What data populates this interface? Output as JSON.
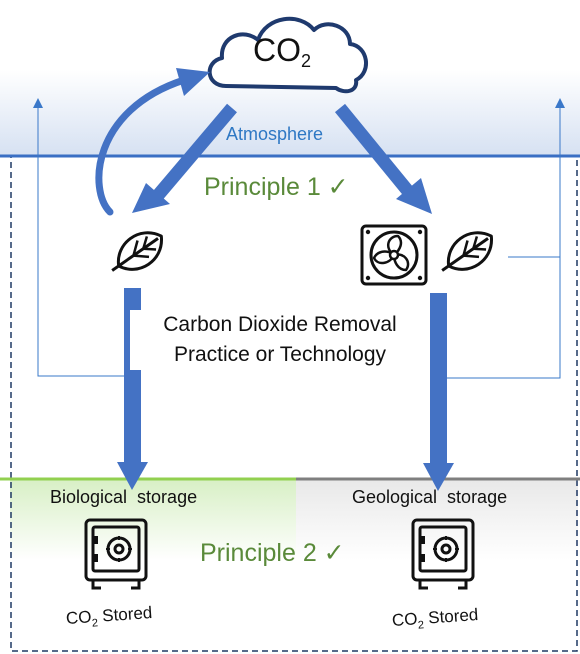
{
  "cloud": {
    "label": "CO",
    "subscript": "2"
  },
  "atmosphere": {
    "label": "Atmosphere"
  },
  "principle1": {
    "label": "Principle 1 ✓"
  },
  "principle2": {
    "label": "Principle 2 ✓"
  },
  "cdr": {
    "line1": "Carbon Dioxide Removal",
    "line2": "Practice or Technology"
  },
  "storage": {
    "biological": {
      "label": "Biological  storage"
    },
    "geological": {
      "label": "Geological  storage"
    }
  },
  "stored": {
    "prefix": "CO",
    "subscript": "2",
    "suffix": " Stored"
  },
  "colors": {
    "arrow_blue": "#4472c4",
    "line_blue": "#2e75b6",
    "green_text": "#5a8a3a",
    "bio_bar": "#92d050",
    "geo_bar": "#7f7f7f"
  },
  "icons": [
    "cloud-icon",
    "leaf-icon",
    "fan-icon",
    "safe-icon"
  ]
}
